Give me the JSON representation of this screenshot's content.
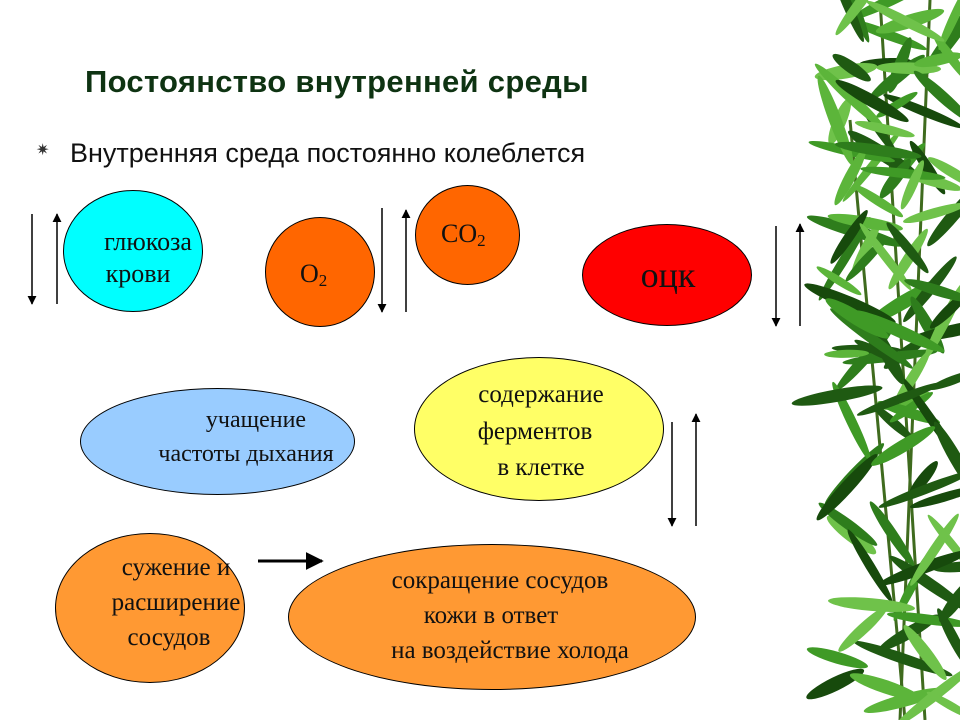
{
  "slide": {
    "title": "Постоянство внутренней среды",
    "bullet": "Внутренняя среда постоянно колеблется",
    "bullet_icon": "asterisk-bullet-icon",
    "decor_icon": "bamboo-leaves-icon"
  },
  "nodes": {
    "glucose": {
      "line1": "глюкоза",
      "line2": "крови",
      "color": "#00ffff"
    },
    "o2": {
      "base": "O",
      "sub": "2",
      "color": "#ff6600"
    },
    "co2": {
      "base": "CO",
      "sub": "2",
      "color": "#ff6600"
    },
    "otsk": {
      "text": "оцк",
      "color": "#ff0000"
    },
    "breathing": {
      "line1": "учащение",
      "line2": "частоты дыхания",
      "color": "#99ccff"
    },
    "enzymes": {
      "line1": "содержание",
      "line2": "ферментов",
      "line3": "в клетке",
      "color": "#ffff66"
    },
    "vessels": {
      "line1": "сужение и",
      "line2": "расширение",
      "line3": "сосудов",
      "color": "#ff9933"
    },
    "skin": {
      "line1": "сокращение сосудов",
      "line2": "кожи в ответ",
      "line3": "на воздействие холода",
      "color": "#ff9933"
    }
  }
}
